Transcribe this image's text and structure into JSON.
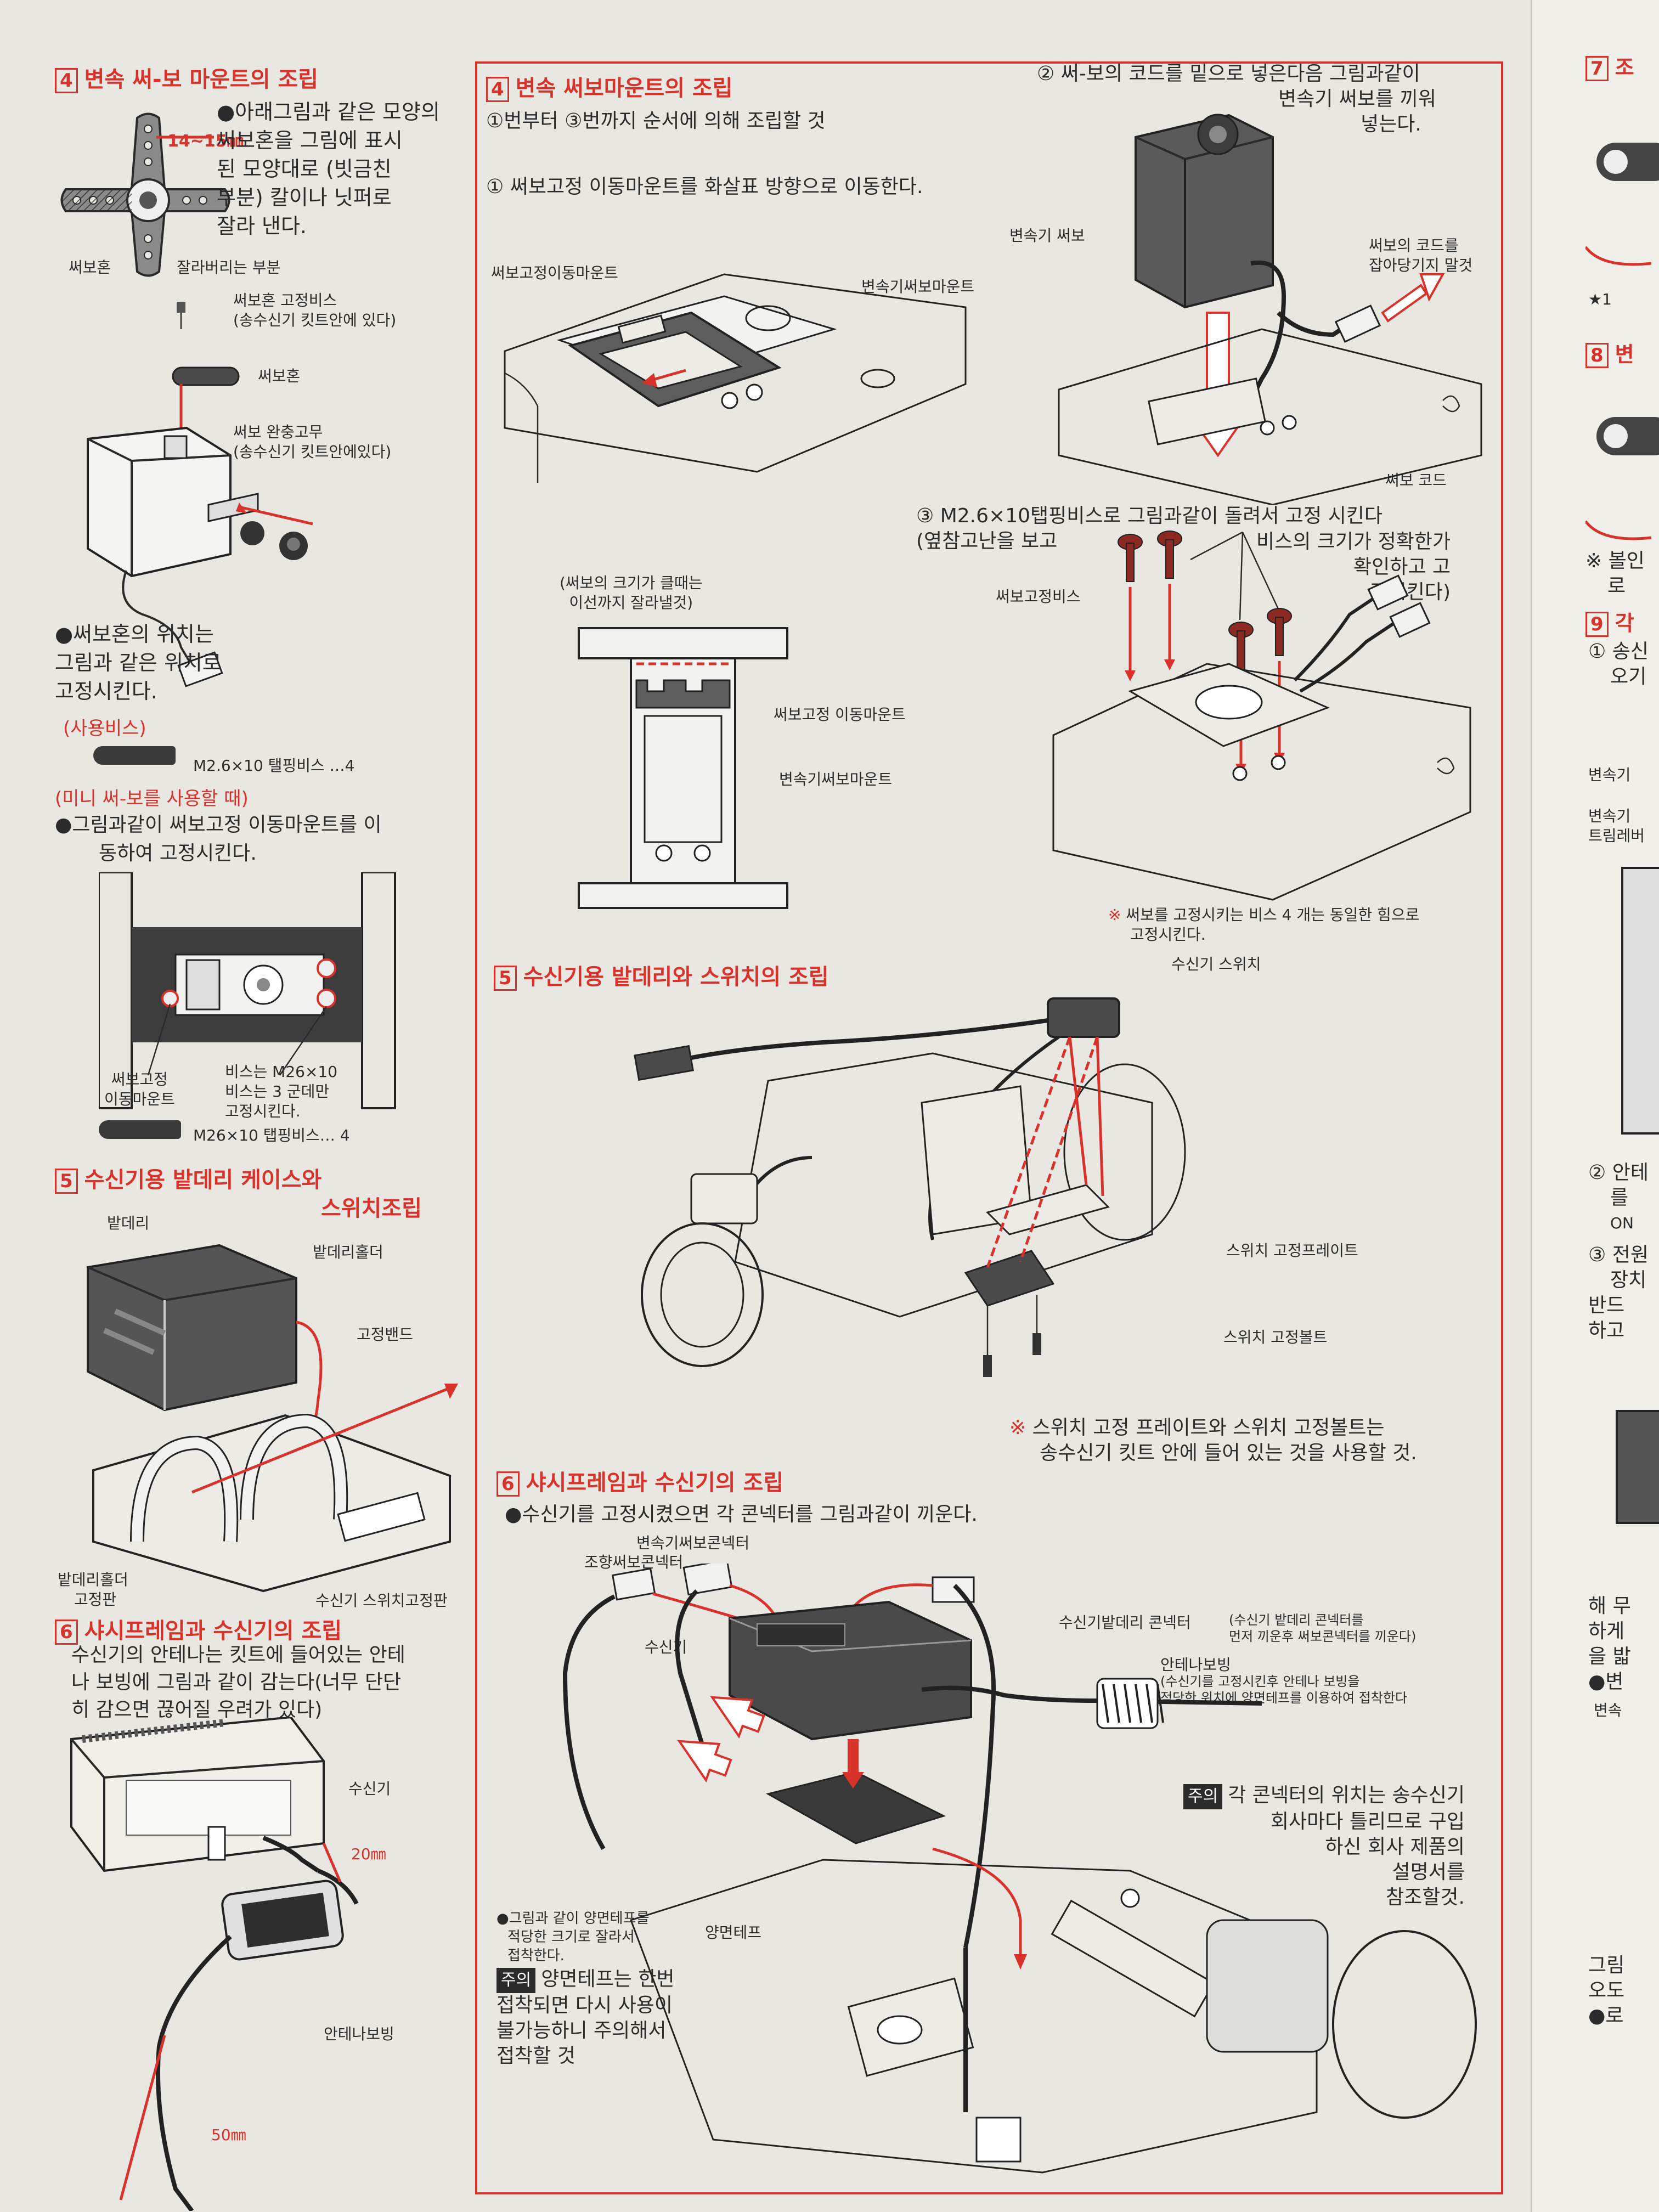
{
  "left": {
    "sec4": {
      "num": "4",
      "title": "변속 써-보 마운트의 조립"
    },
    "sec4_desc": [
      "●아래그림과 같은 모양의",
      "써보혼을 그림에 표시",
      "된 모양대로 (빗금친",
      "부분) 칼이나 닛퍼로",
      "잘라 낸다."
    ],
    "dim_label": "14~15㎜",
    "lbl_servo_horn": "써보혼",
    "lbl_cut_part": "잘라버리는 부분",
    "lbl_horn_screw": [
      "써보혼 고정비스",
      "(송수신기 킷트안에 있다)"
    ],
    "lbl_servo_horn2": "써보혼",
    "lbl_rubber": [
      "써보 완충고무",
      "(송수신기 킷트안에있다)"
    ],
    "horn_pos_desc": [
      "●써보혼의 위치는",
      "그림과 같은 위치로",
      "고정시킨다."
    ],
    "use_screw": "(사용비스)",
    "screw1": "M2.6×10 탤핑비스 …4",
    "mini_servo": "(미니 써-보를 사용할 때)",
    "mini_desc": [
      "●그림과같이 써보고정 이동마운트를 이",
      "동하여 고정시킨다."
    ],
    "lbl_servo_fix_mount": [
      "써보고정",
      "이동마운트"
    ],
    "lbl_screw_note": [
      "비스는 M26×10",
      "비스는 3 군데만",
      "고정시킨다."
    ],
    "screw2": "M26×10 탭핑비스… 4",
    "sec5": {
      "num": "5",
      "title_line1": "수신기용 밭데리 케이스와",
      "title_line2": "스위치조립"
    },
    "lbl_battery": "밭데리",
    "lbl_battery_holder": "밭데리홀더",
    "lbl_fix_band": "고정밴드",
    "lbl_holder_plate": [
      "밭데리홀더",
      "고정판"
    ],
    "lbl_switch_plate": "수신기 스위치고정판",
    "sec6": {
      "num": "6",
      "title": "샤시프레임과 수신기의 조립"
    },
    "sec6_desc": [
      "수신기의 안테나는 킷트에 들어있는 안테",
      "나 보빙에 그림과 같이 감는다(너무 단단",
      "히 감으면     끊어질 우려가 있다)"
    ],
    "lbl_receiver": "수신기",
    "lbl_20mm": "20㎜",
    "lbl_antenna_bobbin": "안테나보빙",
    "lbl_50mm": "50㎜"
  },
  "middle": {
    "sec4": {
      "num": "4",
      "title": "변속 써보마운트의 조립"
    },
    "order": "①번부터 ③번까지 순서에 의해 조립할 것",
    "step1": "① 써보고정 이동마운트를 화살표 방향으로 이동한다.",
    "lbl_fix_move_mount": "써보고정이동마운트",
    "lbl_shift_servo_mount": "변속기써보마운트",
    "cut_note": [
      "(써보의 크기가 클때는",
      "이선까지 잘라낼것)"
    ],
    "lbl_fix_move_mount2": "써보고정 이동마운트",
    "lbl_shift_servo_mount2": "변속기써보마운트",
    "step2": [
      "② 써-보의 코드를 밑으로 넣은다음 그림과같이",
      "변속기 써보를 끼워",
      "넣는다."
    ],
    "lbl_shift_servo": "변속기 써보",
    "lbl_cord_note": [
      "써보의 코드를",
      "잡아당기지 말것"
    ],
    "lbl_servo_cord": "써보 코드",
    "step3": [
      "③ M2.6×10탭핑비스로 그림과같이 돌려서 고정 시킨다",
      "(옆참고난을 보고",
      "비스의 크기가 정확한가",
      "확인하고 고",
      "정시킨다)"
    ],
    "lbl_servo_screw": "써보고정비스",
    "servo_note": [
      "써보를 고정시키는 비스 4 개는 동일한 힘으로",
      "고정시킨다."
    ],
    "sec5": {
      "num": "5",
      "title": "수신기용 밭데리와 스위치의 조립"
    },
    "lbl_rx_switch": "수신기 스위치",
    "lbl_switch_plate": "스위치 고정프레이트",
    "lbl_switch_bolt": "스위치 고정볼트",
    "switch_note": [
      "스위치 고정 프레이트와 스위치 고정볼트는",
      "송수신기 킷트 안에 들어 있는 것을 사용할 것."
    ],
    "sec6": {
      "num": "6",
      "title": "샤시프레임과 수신기의 조립"
    },
    "sec6_desc": "●수신기를 고정시켰으면 각 콘넥터를 그림과같이 끼운다.",
    "lbl_shift_conn": "변속기써보콘넥터",
    "lbl_steer_conn": "조향써보콘넥터",
    "lbl_rx_batt_conn": "수신기밭데리 콘넥터",
    "lbl_rx_batt_note": [
      "(수신기 밭데리 콘넥터를",
      "먼저 끼운후 써보콘넥터를 끼운다)"
    ],
    "lbl_receiver": "수신기",
    "lbl_antenna_bobbin": "안테나보빙",
    "lbl_antenna_note": [
      "(수신기를 고정시킨후 안테나 보빙을",
      "적당한 위치에 양면테프를 이용하여 접착한다"
    ],
    "notice_tag": "주의",
    "conn_note": [
      "각 콘넥터의 위치는 송수신기",
      "회사마다 틀리므로 구입",
      "하신 회사 제품의",
      "설명서를",
      "참조할것."
    ],
    "tape_desc": [
      "●그림과 같이 양면테프를",
      "적당한 크기로 잘라서",
      "접착한다."
    ],
    "lbl_tape": "양면테프",
    "tape_warn": [
      "양면테프는 한번",
      "접착되면 다시 사용이",
      "불가능하니 주의해서",
      "접착할 것"
    ]
  },
  "right": {
    "sec7_num": "7",
    "sec7_title": "조",
    "star": "★1",
    "sec8_num": "8",
    "sec8_title": "변",
    "note_a": [
      "※ 볼인",
      "로"
    ],
    "sec9_num": "9",
    "sec9_title": "각",
    "step1": [
      "① 송신",
      "오기"
    ],
    "lbl_a": "변속기",
    "lbl_b": [
      "변속기",
      "트림레버"
    ],
    "step2": [
      "② 안테",
      "를",
      "ON"
    ],
    "step3": [
      "③ 전원",
      "장치",
      "반드",
      "하고"
    ],
    "para": [
      "해 무",
      "하게",
      "을 밟",
      "●변"
    ],
    "lbl_c": "변속",
    "bottom": [
      "그림",
      "오도",
      "●로"
    ]
  }
}
